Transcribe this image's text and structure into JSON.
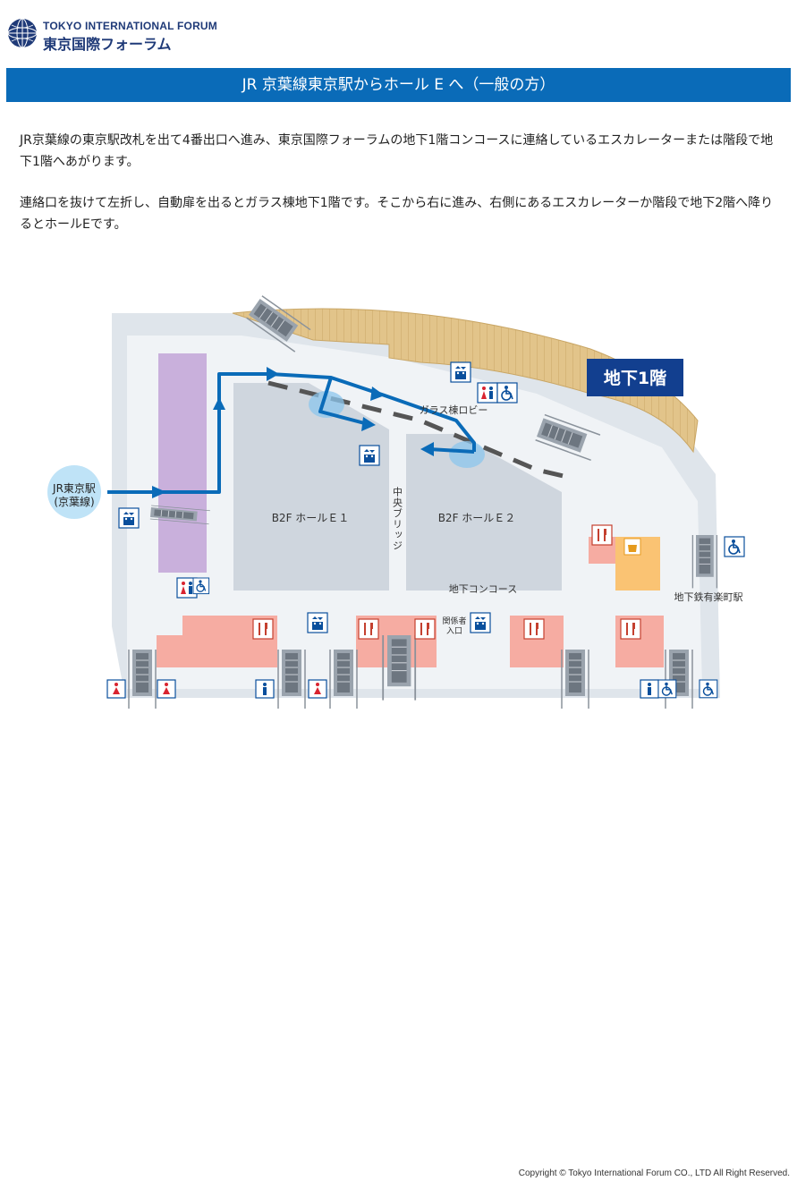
{
  "header": {
    "logo_en": "TOKYO INTERNATIONAL FORUM",
    "logo_ja": "東京国際フォーラム"
  },
  "title": "JR 京葉線東京駅からホール E へ（一般の方）",
  "paragraphs": [
    "JR京葉線の東京駅改札を出て4番出口へ進み、東京国際フォーラムの地下1階コンコースに連絡しているエスカレーターまたは階段で地下1階へあがります。",
    "連絡口を抜けて左折し、自動扉を出るとガラス棟地下1階です。そこから右に進み、右側にあるエスカレーターか階段で地下2階へ降りるとホールEです。"
  ],
  "map": {
    "floor_badge": "地下1階",
    "station_line1": "JR東京駅",
    "station_line2": "(京葉線)",
    "glass_lobby": "ガラス棟ロビー",
    "hall_e1": "B2F ホールＥ１",
    "hall_e2": "B2F ホールＥ２",
    "bridge": "中央ブリッジ",
    "concourse": "地下コンコース",
    "staff_line1": "関係者",
    "staff_line2": "入口",
    "yurakucho": "地下鉄有楽町駅",
    "colors": {
      "route": "#0a6bb8",
      "badge": "#123f8f",
      "wood": "#e2c48a",
      "purple": "#c9b0dc",
      "restaurant": "#f6aca2",
      "shop": "#fac373",
      "hall": "#cfd6de",
      "floor": "#f0f3f6",
      "wall": "#dfe5eb",
      "station": "#bfe3f7"
    },
    "icons": [
      "elevator-icon",
      "toilet-icon",
      "accessible-toilet-icon",
      "restaurant-icon",
      "shop-icon",
      "escalator-icon"
    ]
  },
  "copyright": "Copyright © Tokyo International Forum CO., LTD All Right Reserved."
}
